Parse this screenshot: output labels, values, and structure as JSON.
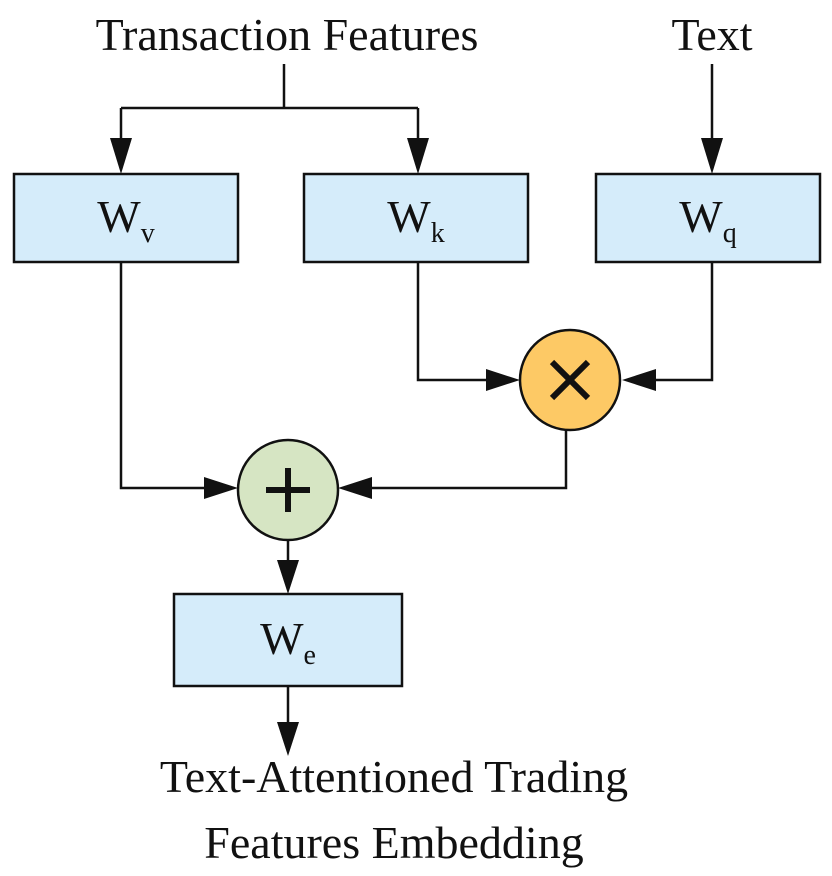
{
  "inputs": {
    "transaction_features": "Transaction Features",
    "text": "Text"
  },
  "blocks": {
    "wv": {
      "main": "W",
      "sub": "v"
    },
    "wk": {
      "main": "W",
      "sub": "k"
    },
    "wq": {
      "main": "W",
      "sub": "q"
    },
    "we": {
      "main": "W",
      "sub": "e"
    }
  },
  "operators": {
    "multiply": {
      "icon": "multiply-icon",
      "color": "#fdc965"
    },
    "add": {
      "icon": "plus-icon",
      "color": "#d6e5c3"
    }
  },
  "output": {
    "line1": "Text-Attentioned Trading",
    "line2": "Features Embedding"
  },
  "colors": {
    "block_fill": "#d5ecfa",
    "stroke": "#111111"
  }
}
